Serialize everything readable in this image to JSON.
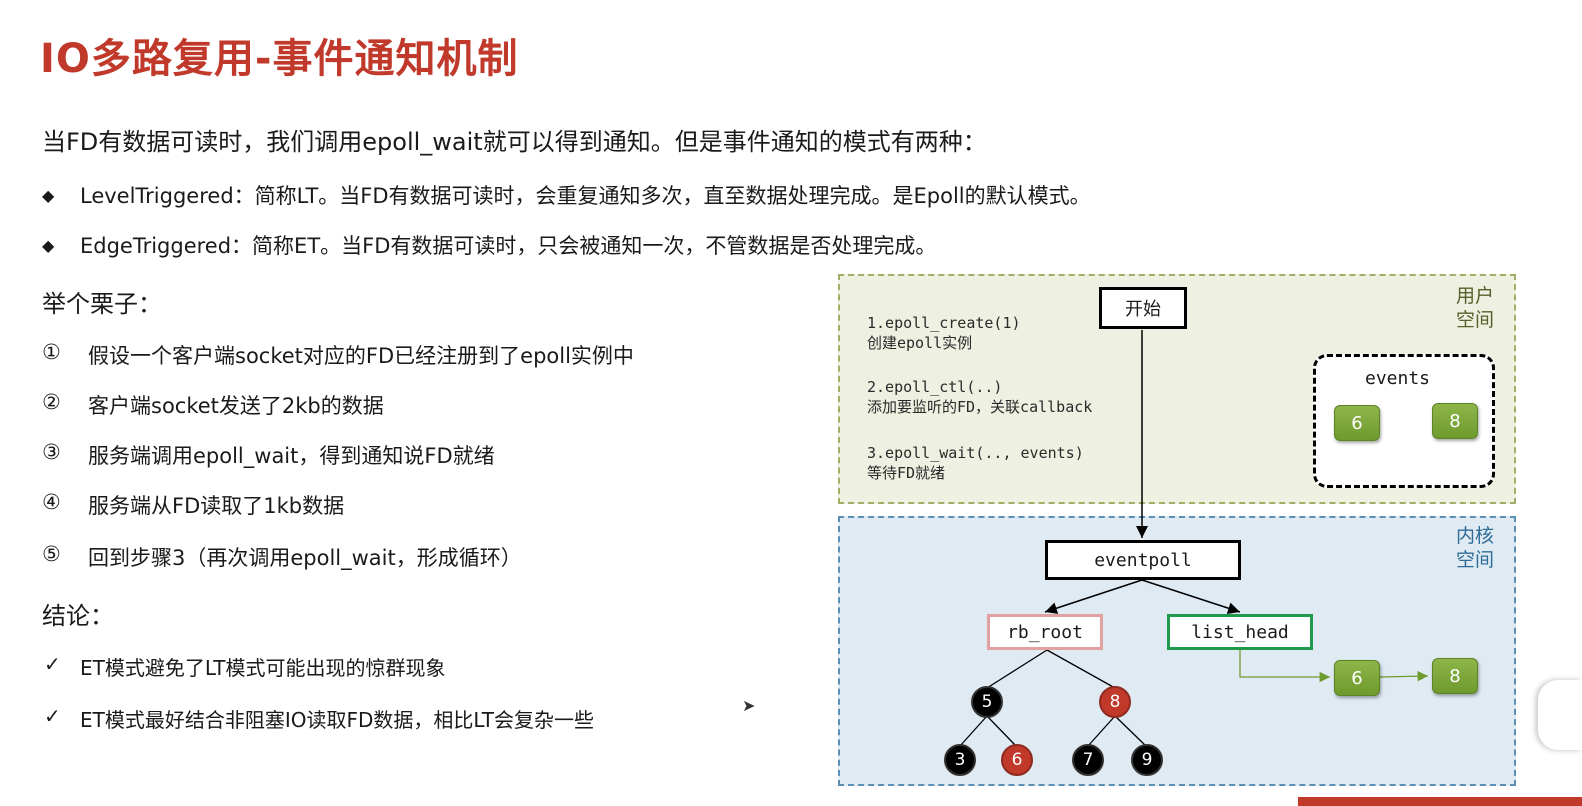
{
  "title": "IO多路复用-事件通知机制",
  "intro": "当FD有数据可读时，我们调用epoll_wait就可以得到通知。但是事件通知的模式有两种：",
  "modes": [
    {
      "marker": "◆",
      "text": "LevelTriggered：简称LT。当FD有数据可读时，会重复通知多次，直至数据处理完成。是Epoll的默认模式。"
    },
    {
      "marker": "◆",
      "text": "EdgeTriggered：简称ET。当FD有数据可读时，只会被通知一次，不管数据是否处理完成。"
    }
  ],
  "example_heading": "举个栗子：",
  "steps": [
    {
      "num": "①",
      "text": "假设一个客户端socket对应的FD已经注册到了epoll实例中"
    },
    {
      "num": "②",
      "text": "客户端socket发送了2kb的数据"
    },
    {
      "num": "③",
      "text": "服务端调用epoll_wait，得到通知说FD就绪"
    },
    {
      "num": "④",
      "text": "服务端从FD读取了1kb数据"
    },
    {
      "num": "⑤",
      "text": "回到步骤3（再次调用epoll_wait，形成循环）"
    }
  ],
  "conclusion_heading": "结论：",
  "conclusions": [
    {
      "marker": "✓",
      "text": "ET模式避免了LT模式可能出现的惊群现象"
    },
    {
      "marker": "✓",
      "text": "ET模式最好结合非阻塞IO读取FD数据，相比LT会复杂一些"
    }
  ],
  "diagram": {
    "user_space_label": [
      "用户",
      "空间"
    ],
    "kernel_space_label": [
      "内核",
      "空间"
    ],
    "start": "开始",
    "code": [
      [
        "1.epoll_create(1)",
        "创建epoll实例"
      ],
      [
        "2.epoll_ctl(..)",
        "添加要监听的FD，关联callback"
      ],
      [
        "3.epoll_wait(.., events)",
        "等待FD就绪"
      ]
    ],
    "events_label": "events",
    "events_items": [
      "6",
      "8"
    ],
    "eventpoll": "eventpoll",
    "rb_root": "rb_root",
    "list_head": "list_head",
    "list_items": [
      "6",
      "8"
    ],
    "tree_nodes": [
      {
        "label": "5",
        "color": "black"
      },
      {
        "label": "8",
        "color": "red"
      },
      {
        "label": "3",
        "color": "black"
      },
      {
        "label": "6",
        "color": "red"
      },
      {
        "label": "7",
        "color": "black"
      },
      {
        "label": "9",
        "color": "black"
      }
    ],
    "colors": {
      "title": "#c0392b",
      "rb_root_border": "#e3a0a0",
      "list_head_border": "#1e9a4a",
      "user_border": "#a3ad66",
      "kernel_border": "#5b8fb5"
    }
  }
}
